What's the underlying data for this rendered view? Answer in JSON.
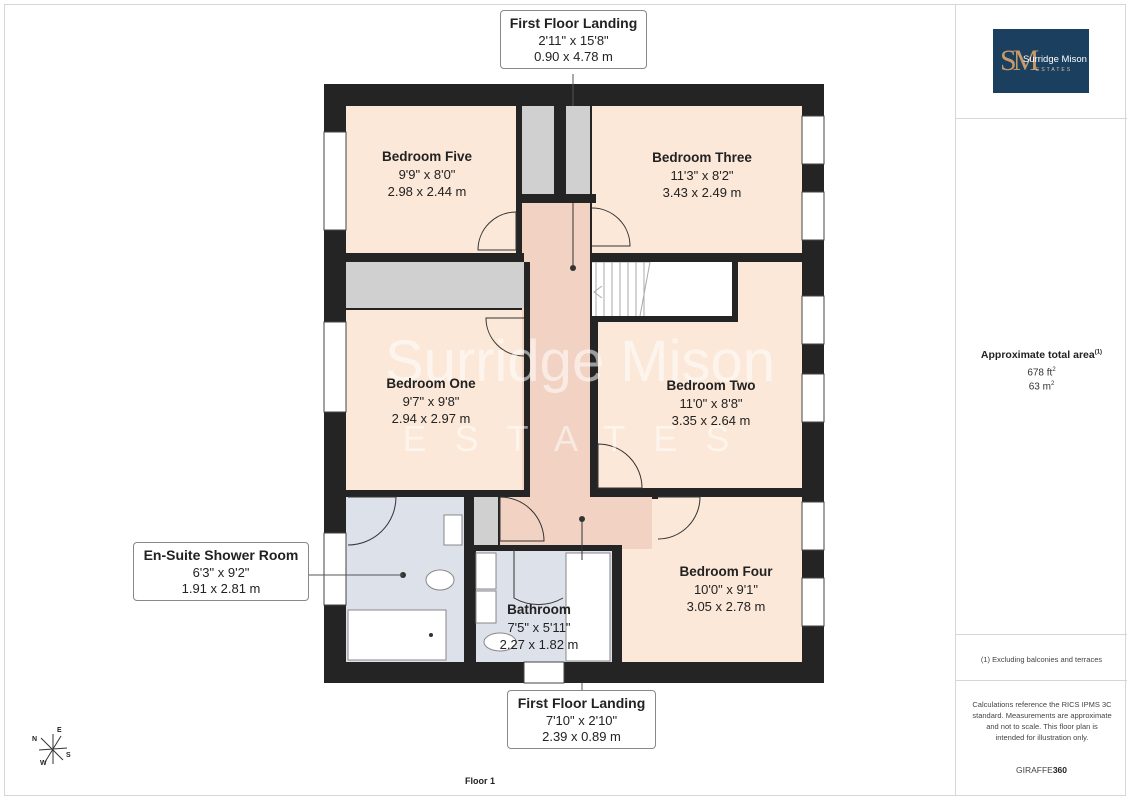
{
  "floor_label": "Floor 1",
  "watermark": {
    "line1": "Surridge Mison",
    "line2": "ESTATES"
  },
  "callouts": {
    "landing_top": {
      "title": "First Floor Landing",
      "imperial": "2'11\" x 15'8\"",
      "metric": "0.90 x 4.78 m"
    },
    "landing_bottom": {
      "title": "First Floor Landing",
      "imperial": "7'10\" x 2'10\"",
      "metric": "2.39 x 0.89 m"
    },
    "ensuite": {
      "title": "En-Suite Shower Room",
      "imperial": "6'3\" x 9'2\"",
      "metric": "1.91 x 2.81 m"
    }
  },
  "rooms": {
    "bedroom_five": {
      "name": "Bedroom Five",
      "imperial": "9'9\" x 8'0\"",
      "metric": "2.98 x 2.44 m"
    },
    "bedroom_three": {
      "name": "Bedroom Three",
      "imperial": "11'3\" x 8'2\"",
      "metric": "3.43 x 2.49 m"
    },
    "bedroom_one": {
      "name": "Bedroom One",
      "imperial": "9'7\" x 9'8\"",
      "metric": "2.94 x 2.97 m"
    },
    "bedroom_two": {
      "name": "Bedroom Two",
      "imperial": "11'0\" x 8'8\"",
      "metric": "3.35 x 2.64 m"
    },
    "bedroom_four": {
      "name": "Bedroom Four",
      "imperial": "10'0\" x 9'1\"",
      "metric": "3.05 x 2.78 m"
    },
    "bathroom": {
      "name": "Bathroom",
      "imperial": "7'5\" x 5'11\"",
      "metric": "2.27 x 1.82 m"
    }
  },
  "sidebar": {
    "logo_name": "Surridge Mison",
    "logo_sub": "ESTATES",
    "logo_mark": "SM",
    "area_title": "Approximate total area",
    "area_footnote_marker": "(1)",
    "area_ft": "678 ft",
    "area_ft_sup": "2",
    "area_m": "63 m",
    "area_m_sup": "2",
    "footnote": "(1) Excluding balconies and terraces",
    "calc_note": "Calculations reference the RICS IPMS 3C standard. Measurements are approximate and not to scale. This floor plan is intended for illustration only.",
    "brand_prefix": "GIRAFFE",
    "brand_suffix": "360"
  },
  "compass": {
    "n": "N",
    "e": "E",
    "s": "S",
    "w": "W"
  },
  "colors": {
    "bedroom_fill": "#fbe8d8",
    "landing_fill": "#f1d2c3",
    "wet_fill": "#dde1ea",
    "wall": "#242424",
    "storage": "#d0d0d0",
    "brand": "#1b3f5f"
  }
}
